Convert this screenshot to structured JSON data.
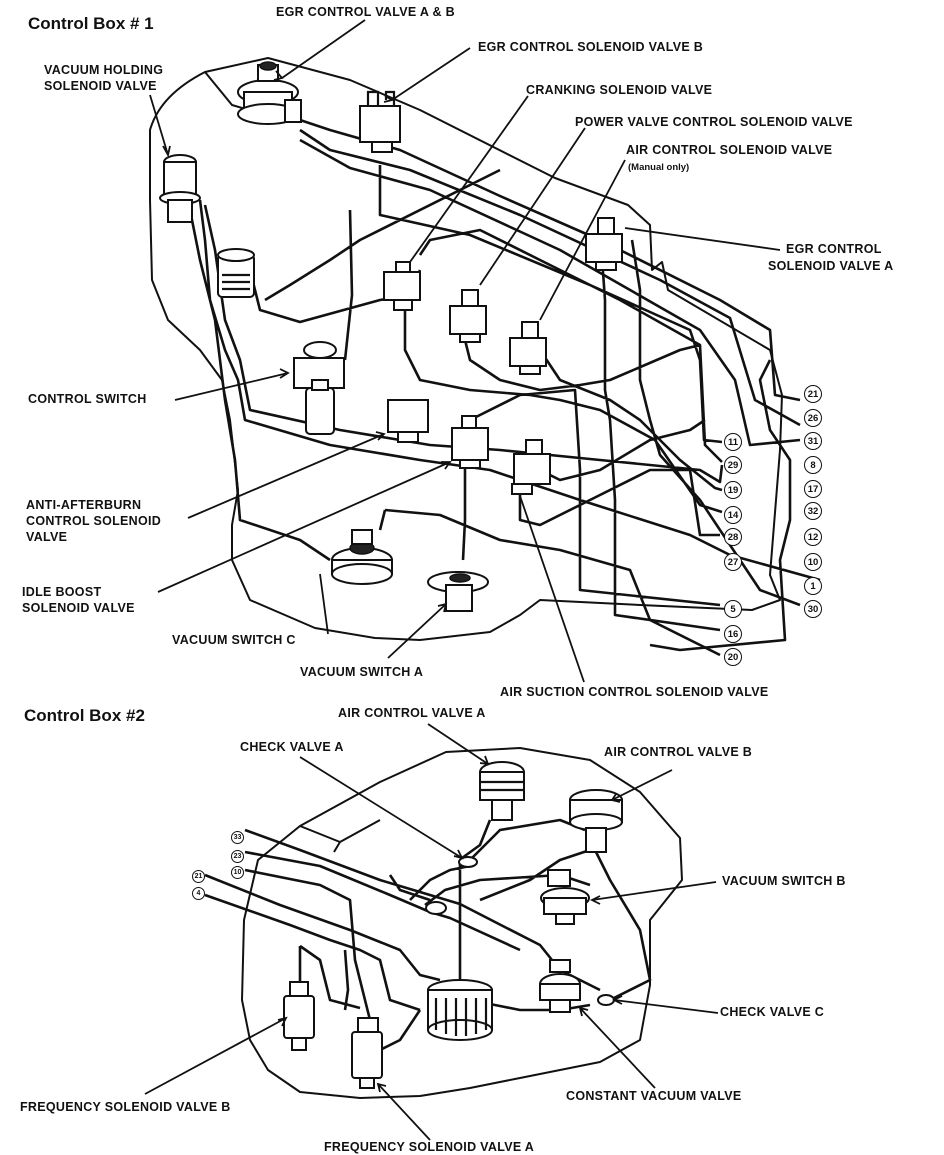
{
  "box1": {
    "title": "Control Box # 1",
    "labels": {
      "egr_valve_ab": "EGR CONTROL VALVE A & B",
      "egr_solenoid_b": "EGR CONTROL SOLENOID VALVE B",
      "vacuum_holding_1": "VACUUM HOLDING",
      "vacuum_holding_2": "SOLENOID VALVE",
      "cranking": "CRANKING SOLENOID VALVE",
      "power_valve": "POWER VALVE CONTROL SOLENOID VALVE",
      "air_control_solenoid": "AIR CONTROL SOLENOID VALVE",
      "manual_only": "(Manual only)",
      "egr_solenoid_a_1": "EGR CONTROL",
      "egr_solenoid_a_2": "SOLENOID VALVE A",
      "control_switch": "CONTROL SWITCH",
      "anti_afterburn_1": "ANTI-AFTERBURN",
      "anti_afterburn_2": "CONTROL SOLENOID",
      "anti_afterburn_3": "VALVE",
      "idle_boost_1": "IDLE BOOST",
      "idle_boost_2": "SOLENOID VALVE",
      "vacuum_switch_c": "VACUUM SWITCH C",
      "vacuum_switch_a": "VACUUM SWITCH A",
      "air_suction": "AIR SUCTION CONTROL SOLENOID VALVE"
    },
    "ports": [
      "21",
      "26",
      "31",
      "11",
      "8",
      "29",
      "17",
      "19",
      "32",
      "14",
      "28",
      "12",
      "10",
      "27",
      "1",
      "30",
      "5",
      "16",
      "20"
    ]
  },
  "box2": {
    "title": "Control Box #2",
    "labels": {
      "air_control_a": "AIR CONTROL VALVE A",
      "check_valve_a": "CHECK VALVE A",
      "air_control_b": "AIR CONTROL VALVE B",
      "vacuum_switch_b": "VACUUM SWITCH B",
      "check_valve_c": "CHECK VALVE C",
      "constant_vacuum": "CONSTANT VACUUM VALVE",
      "freq_solenoid_b": "FREQUENCY SOLENOID VALVE B",
      "freq_solenoid_a": "FREQUENCY SOLENOID VALVE A"
    },
    "ports": [
      "33",
      "23",
      "10",
      "21",
      "4"
    ]
  }
}
